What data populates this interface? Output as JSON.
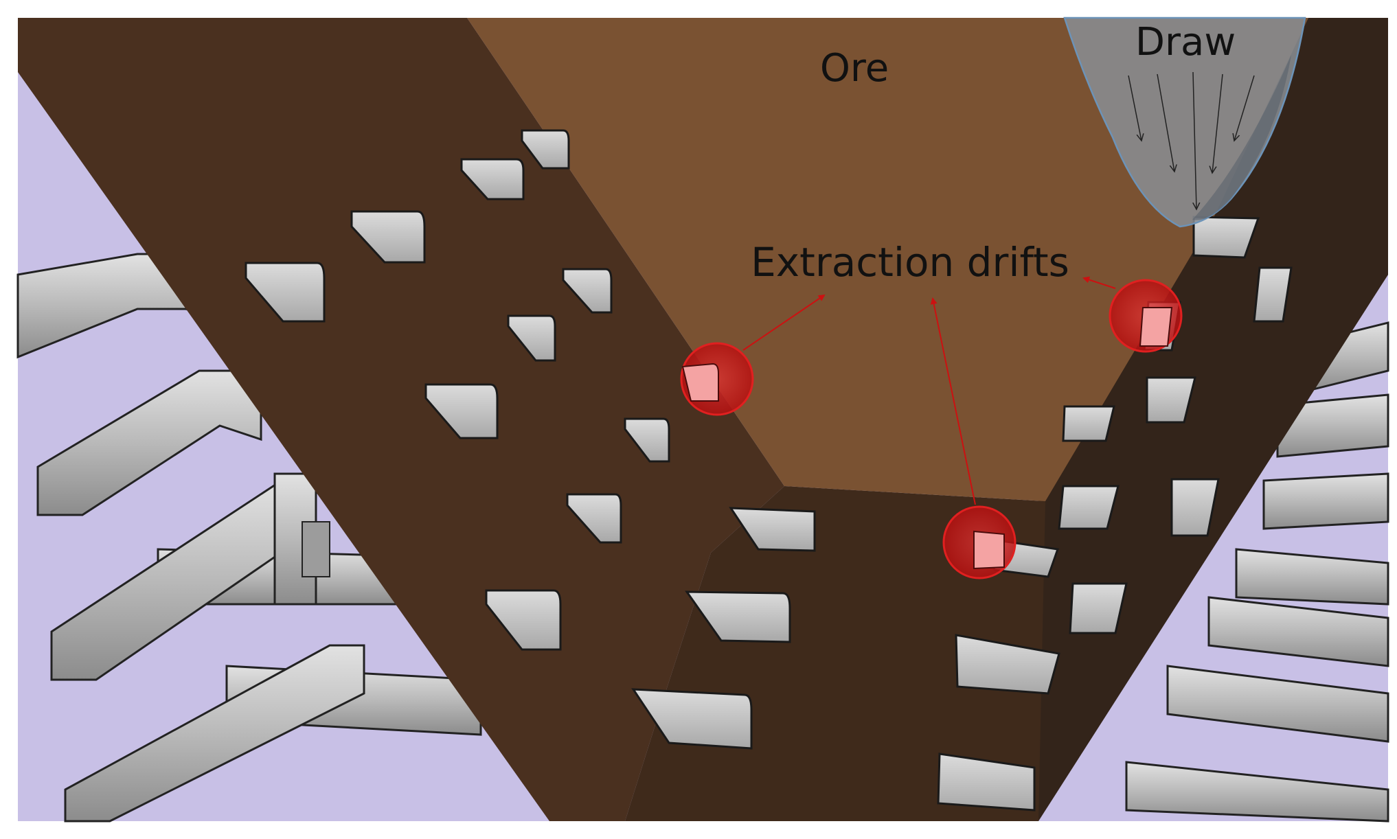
{
  "labels": {
    "ore": "Ore",
    "draw": "Draw",
    "extraction": "Extraction drifts"
  },
  "colors": {
    "background_panel": "#c8c0e6",
    "rock_left": "#4a301f",
    "rock_right": "#36251a",
    "rock_center": "#3f2a1b",
    "ore": "#7a5232",
    "drift": "#bdbdbd",
    "highlight": "#d01818",
    "draw_fill": "#8a8e94",
    "draw_edge": "#6c93b8"
  }
}
